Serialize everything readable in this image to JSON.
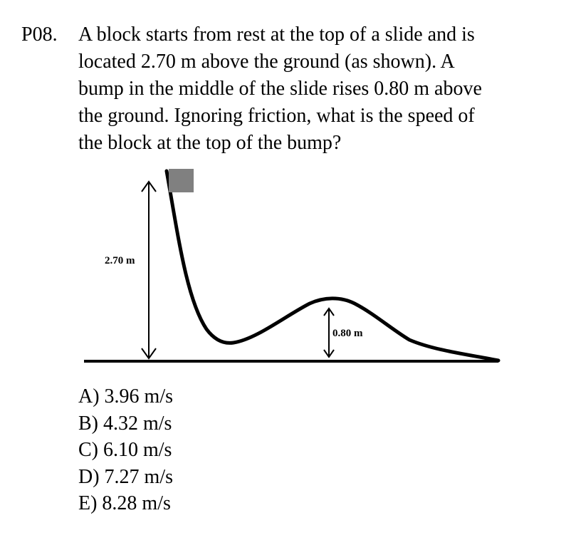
{
  "problem": {
    "number": "P08.",
    "lines": [
      "A block starts from rest at the top of a slide and is",
      "located 2.70 m above the ground (as shown).  A",
      "bump in the middle of the slide rises 0.80 m above",
      "the ground.  Ignoring friction, what is the speed of",
      "the block at the top of the bump?"
    ]
  },
  "figure": {
    "height_label": "2.70 m",
    "bump_label": "0.80 m",
    "block_color": "#808080"
  },
  "choices": [
    "A) 3.96 m/s",
    "B) 4.32 m/s",
    "C) 6.10 m/s",
    "D) 7.27 m/s",
    "E) 8.28 m/s"
  ]
}
